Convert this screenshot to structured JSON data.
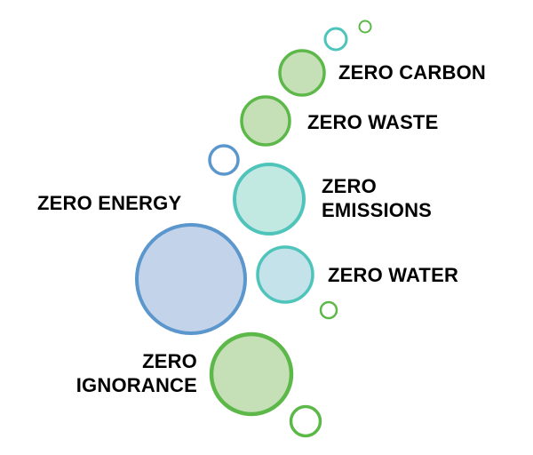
{
  "colors": {
    "green": "#5cb848",
    "green_fill": "#c5dfb6",
    "teal": "#4fc4ba",
    "teal_fill": "#c2e8e2",
    "blue": "#5b96cc",
    "blue_fill": "#c3d4ea",
    "cyan_fill": "#c4e2e9"
  },
  "labels": {
    "carbon": "ZERO CARBON",
    "waste": "ZERO WASTE",
    "emissions_1": "ZERO",
    "emissions_2": "EMISSIONS",
    "energy": "ZERO ENERGY",
    "water": "ZERO WATER",
    "ignorance_1": "ZERO",
    "ignorance_2": "IGNORANCE"
  },
  "bubbles": [
    {
      "name": "tiny-green-bubble-top",
      "outline": "#5cb848",
      "fill": "none"
    },
    {
      "name": "small-teal-bubble-top",
      "outline": "#4fc4ba",
      "fill": "none"
    },
    {
      "name": "zero-carbon-bubble",
      "outline": "#5cb848",
      "fill": "#c5dfb6"
    },
    {
      "name": "zero-waste-bubble",
      "outline": "#5cb848",
      "fill": "#c5dfb6"
    },
    {
      "name": "small-blue-bubble",
      "outline": "#5b96cc",
      "fill": "none"
    },
    {
      "name": "zero-emissions-bubble",
      "outline": "#4fc4ba",
      "fill": "#c2e8e2"
    },
    {
      "name": "zero-energy-bubble",
      "outline": "#5b96cc",
      "fill": "#c3d4ea"
    },
    {
      "name": "zero-water-bubble",
      "outline": "#4fc4ba",
      "fill": "#c4e2e9"
    },
    {
      "name": "tiny-green-bubble-mid",
      "outline": "#5cb848",
      "fill": "none"
    },
    {
      "name": "zero-ignorance-bubble",
      "outline": "#5cb848",
      "fill": "#c5dfb6"
    },
    {
      "name": "small-green-bubble-bottom",
      "outline": "#5cb848",
      "fill": "none"
    }
  ]
}
